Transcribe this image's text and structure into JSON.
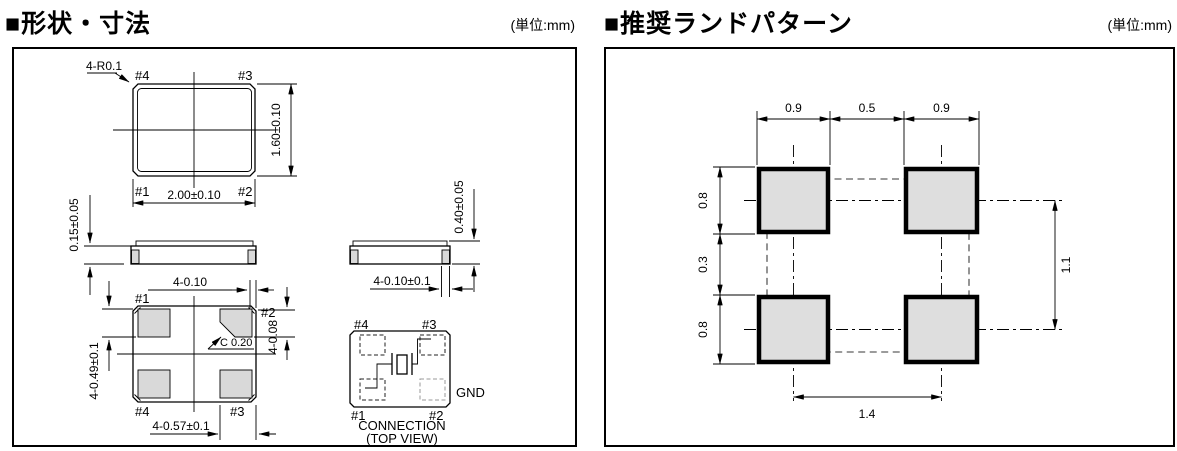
{
  "left_panel": {
    "title": "■形状・寸法",
    "unit": "(単位:mm)",
    "top_view": {
      "label_tl": "#4",
      "label_tr": "#3",
      "label_bl": "#1",
      "label_br": "#2",
      "corner_radius": "4-R0.1",
      "width": "2.00±0.10",
      "height": "1.60±0.10"
    },
    "front_view": {
      "standoff": "0.15±0.05"
    },
    "side_view": {
      "height": "0.40±0.05",
      "terminal_width": "4-0.10±0.1"
    },
    "bottom_view": {
      "label_tl": "#1",
      "label_tr": "#2",
      "label_bl": "#4",
      "label_br": "#3",
      "corner_width": "4-0.10",
      "corner_offset": "4-0.08",
      "pad_span": "4-0.49±0.1",
      "pad_length": "4-0.57±0.1",
      "chamfer": "C 0.20"
    },
    "connection_view": {
      "label_tl": "#4",
      "label_tr": "#3",
      "label_bl": "#1",
      "label_br": "#2",
      "gnd": "GND",
      "caption1": "CONNECTION",
      "caption2": "(TOP VIEW)"
    }
  },
  "right_panel": {
    "title": "■推奨ランドパターン",
    "unit": "(単位:mm)",
    "dims": {
      "top_left_pad": "0.9",
      "top_gap": "0.5",
      "top_right_pad": "0.9",
      "left_top_pad": "0.8",
      "left_gap": "0.3",
      "left_bottom_pad": "0.8",
      "right_span": "1.1",
      "bottom_span": "1.4"
    }
  },
  "colors": {
    "line": "#000000",
    "pad_fill": "#d9d9d9",
    "land_pad_fill": "#dedede",
    "land_pad_border": "#000000",
    "background": "#ffffff"
  }
}
